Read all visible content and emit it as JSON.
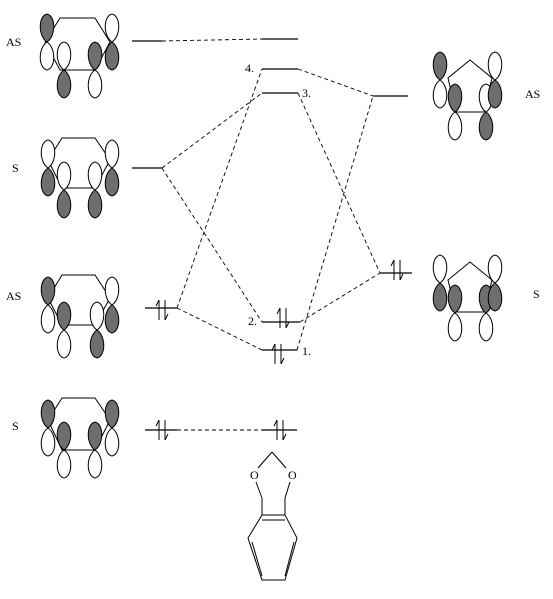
{
  "symmetry_labels": {
    "left_1": "AS",
    "left_2": "S",
    "left_3": "AS",
    "left_4": "S",
    "right_1": "AS",
    "right_2": "S"
  },
  "level_labels": {
    "level_4": "4.",
    "level_3": "3.",
    "level_2": "2.",
    "level_1": "1."
  },
  "fragment_atoms": {
    "oxygen_left": "O",
    "oxygen_right": "O"
  }
}
